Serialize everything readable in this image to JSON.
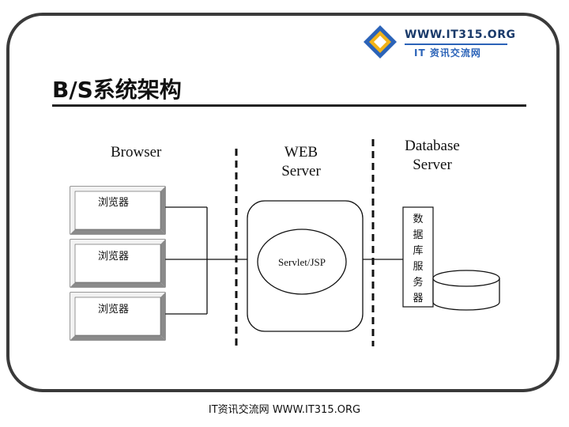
{
  "slide": {
    "title": "B/S系统架构",
    "footer": "IT资讯交流网 WWW.IT315.ORG"
  },
  "logo": {
    "url_text": "WWW.IT315.ORG",
    "tagline": "IT 资讯交流网"
  },
  "diagram": {
    "browser_header": "Browser",
    "web_header_line1": "WEB",
    "web_header_line2": "Server",
    "db_header_line1": "Database",
    "db_header_line2": "Server",
    "browsers": [
      "浏览器",
      "浏览器",
      "浏览器"
    ],
    "web_component": "Servlet/JSP",
    "db_service_chars": [
      "数",
      "据",
      "库",
      "服",
      "务",
      "器"
    ]
  }
}
